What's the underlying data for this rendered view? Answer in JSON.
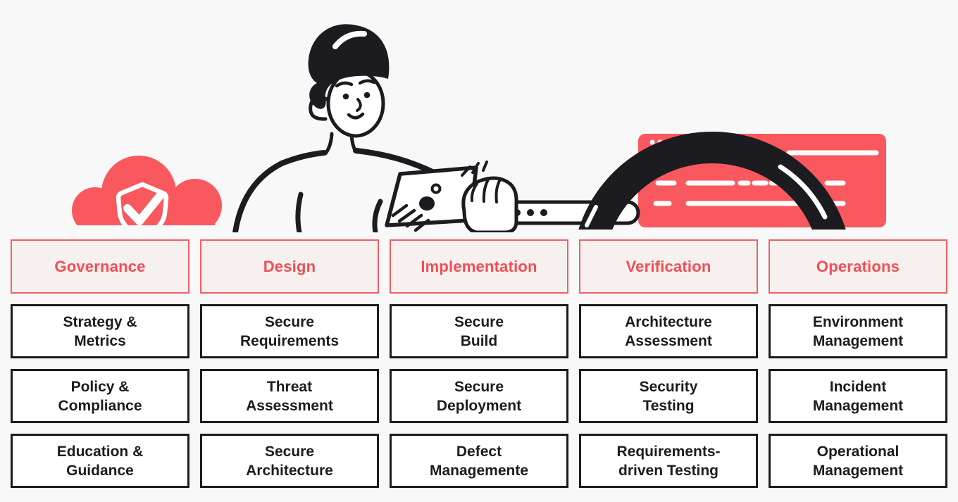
{
  "title": "Software Assurance Maturity Model overview diagram",
  "colors": {
    "accent_red": "#F8585E",
    "header_text_red": "#F44D55",
    "header_border_red": "#F15F66",
    "header_bg": "#F6F1EE",
    "ink_black": "#1C1C20",
    "page_bg": "#F8F8F8",
    "cell_bg": "#FFFFFF"
  },
  "illustration": {
    "icons": [
      "cloud-shield-check-icon",
      "person-with-tablet-illustration",
      "magnifier-icon",
      "browser-window-icon"
    ]
  },
  "columns": [
    {
      "title": "Governance",
      "items": [
        "Strategy &\nMetrics",
        "Policy &\nCompliance",
        "Education &\nGuidance"
      ]
    },
    {
      "title": "Design",
      "items": [
        "Secure\nRequirements",
        "Threat\nAssessment",
        "Secure\nArchitecture"
      ]
    },
    {
      "title": "Implementation",
      "items": [
        "Secure\nBuild",
        "Secure\nDeployment",
        "Defect\nManagemente"
      ]
    },
    {
      "title": "Verification",
      "items": [
        "Architecture\nAssessment",
        "Security\nTesting",
        "Requirements-\ndriven Testing"
      ]
    },
    {
      "title": "Operations",
      "items": [
        "Environment\nManagement",
        "Incident\nManagement",
        "Operational\nManagement"
      ]
    }
  ]
}
